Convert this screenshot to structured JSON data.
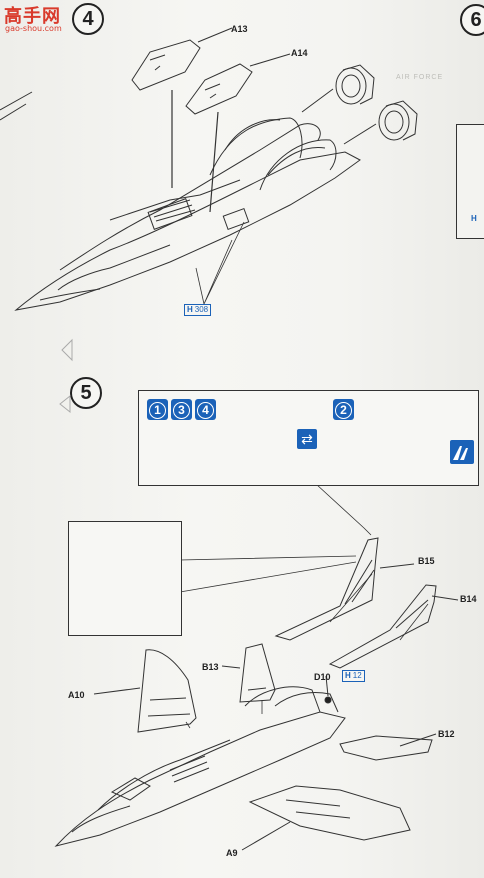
{
  "watermark": {
    "chinese": "高手网",
    "url": "gao-shou.com"
  },
  "header": {
    "faded_text": "AIR FORCE"
  },
  "steps": {
    "step4": {
      "number": "4"
    },
    "step5": {
      "number": "5"
    },
    "step6": {
      "number": "6"
    }
  },
  "parts_step4": {
    "a13": "A13",
    "a14": "A14",
    "h308": {
      "prefix": "H",
      "code": "308"
    }
  },
  "parts_step5": {
    "b15": "B15",
    "b14": "B14",
    "b13": "B13",
    "a10": "A10",
    "d10": "D10",
    "h12": {
      "prefix": "H",
      "code": "12"
    },
    "b12": "B12",
    "a9": "A9"
  },
  "variants": {
    "group_a": [
      "1",
      "3",
      "4"
    ],
    "group_b": [
      "2"
    ],
    "swap_icon": "swap-arrows-icon"
  },
  "right_fragment": {
    "h_prefix": "H"
  },
  "colors": {
    "accent_blue": "#1b62b8",
    "watermark_red": "#d93a2b",
    "ink": "#222222"
  }
}
